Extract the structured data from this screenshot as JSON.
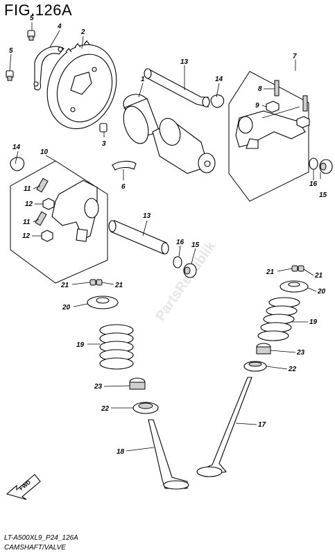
{
  "title": "FIG.126A",
  "footer": {
    "model_code": "LT-A500XL9_P24_126A",
    "section_name": "CAMSHAFT/VALVE"
  },
  "watermark": "PartsRepublik",
  "fwd_label": "FWD",
  "callouts": {
    "c1": "1",
    "c2": "2",
    "c3": "3",
    "c4": "4",
    "c5a": "5",
    "c5b": "5",
    "c6": "6",
    "c7": "7",
    "c8": "8",
    "c9": "9",
    "c10": "10",
    "c11a": "11",
    "c11b": "11",
    "c12a": "12",
    "c12b": "12",
    "c13a": "13",
    "c13b": "13",
    "c14a": "14",
    "c14b": "14",
    "c15a": "15",
    "c15b": "15",
    "c16a": "16",
    "c16b": "16",
    "c17": "17",
    "c18": "18",
    "c19a": "19",
    "c19b": "19",
    "c20a": "20",
    "c20b": "20",
    "c21a": "21",
    "c21b": "21",
    "c21c": "21",
    "c21d": "21",
    "c22a": "22",
    "c22b": "22",
    "c23a": "23",
    "c23b": "23"
  }
}
